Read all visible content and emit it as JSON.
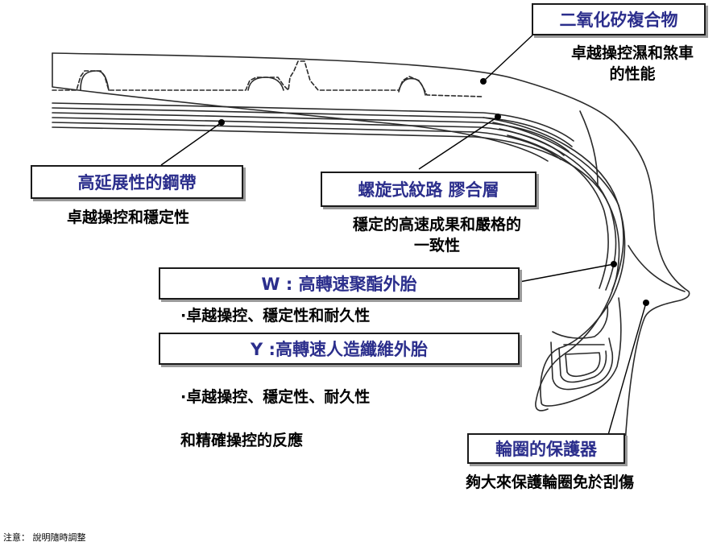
{
  "components": {
    "silica": {
      "title": "二氧化矽複合物",
      "desc_line1": "卓越操控濕和煞車",
      "desc_line2": "的性能"
    },
    "belt": {
      "title": "高延展性的鋼帶",
      "desc": "卓越操控和穩定性"
    },
    "spiral": {
      "title": "螺旋式紋路 膠合層",
      "desc_line1": "穩定的高速成果和嚴格的",
      "desc_line2": "一致性"
    },
    "w_tire": {
      "title": "W : 高轉速聚酯外胎",
      "desc": "·卓越操控、穩定性和耐久性"
    },
    "y_tire": {
      "title": "Y :高轉速人造纖維外胎",
      "desc_line1": "·卓越操控、穩定性、耐久性",
      "desc_line2": "和精確操控的反應"
    },
    "rim": {
      "title": "輪圈的保護器",
      "desc": "夠大來保護輪圈免於刮傷"
    }
  },
  "note": "注意： 說明隨時調整",
  "colors": {
    "title_text": "#2b2e8c",
    "outline": "#1a1a1a",
    "shadow": "#9a9a9a"
  }
}
